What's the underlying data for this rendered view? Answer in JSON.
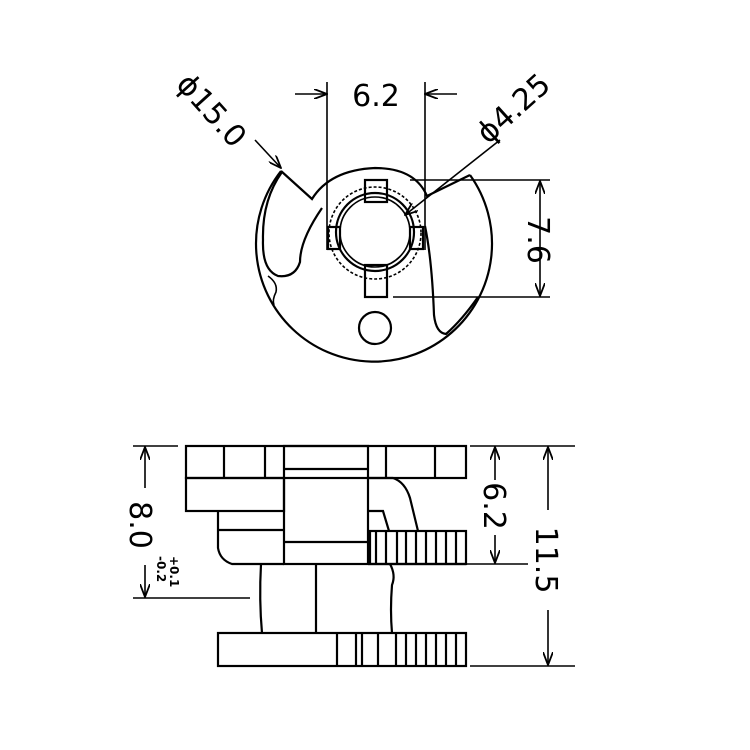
{
  "top_view": {
    "dim_outer_diameter": "ϕ15.0",
    "dim_key_width": "6.2",
    "dim_bore_diameter": "ϕ4.25",
    "dim_key_depth": "7.6"
  },
  "side_view": {
    "dim_height": "8.0",
    "tol_upper": "+0.1",
    "tol_lower": "-0.2",
    "dim_gear_height": "6.2",
    "dim_total_height": "11.5"
  }
}
